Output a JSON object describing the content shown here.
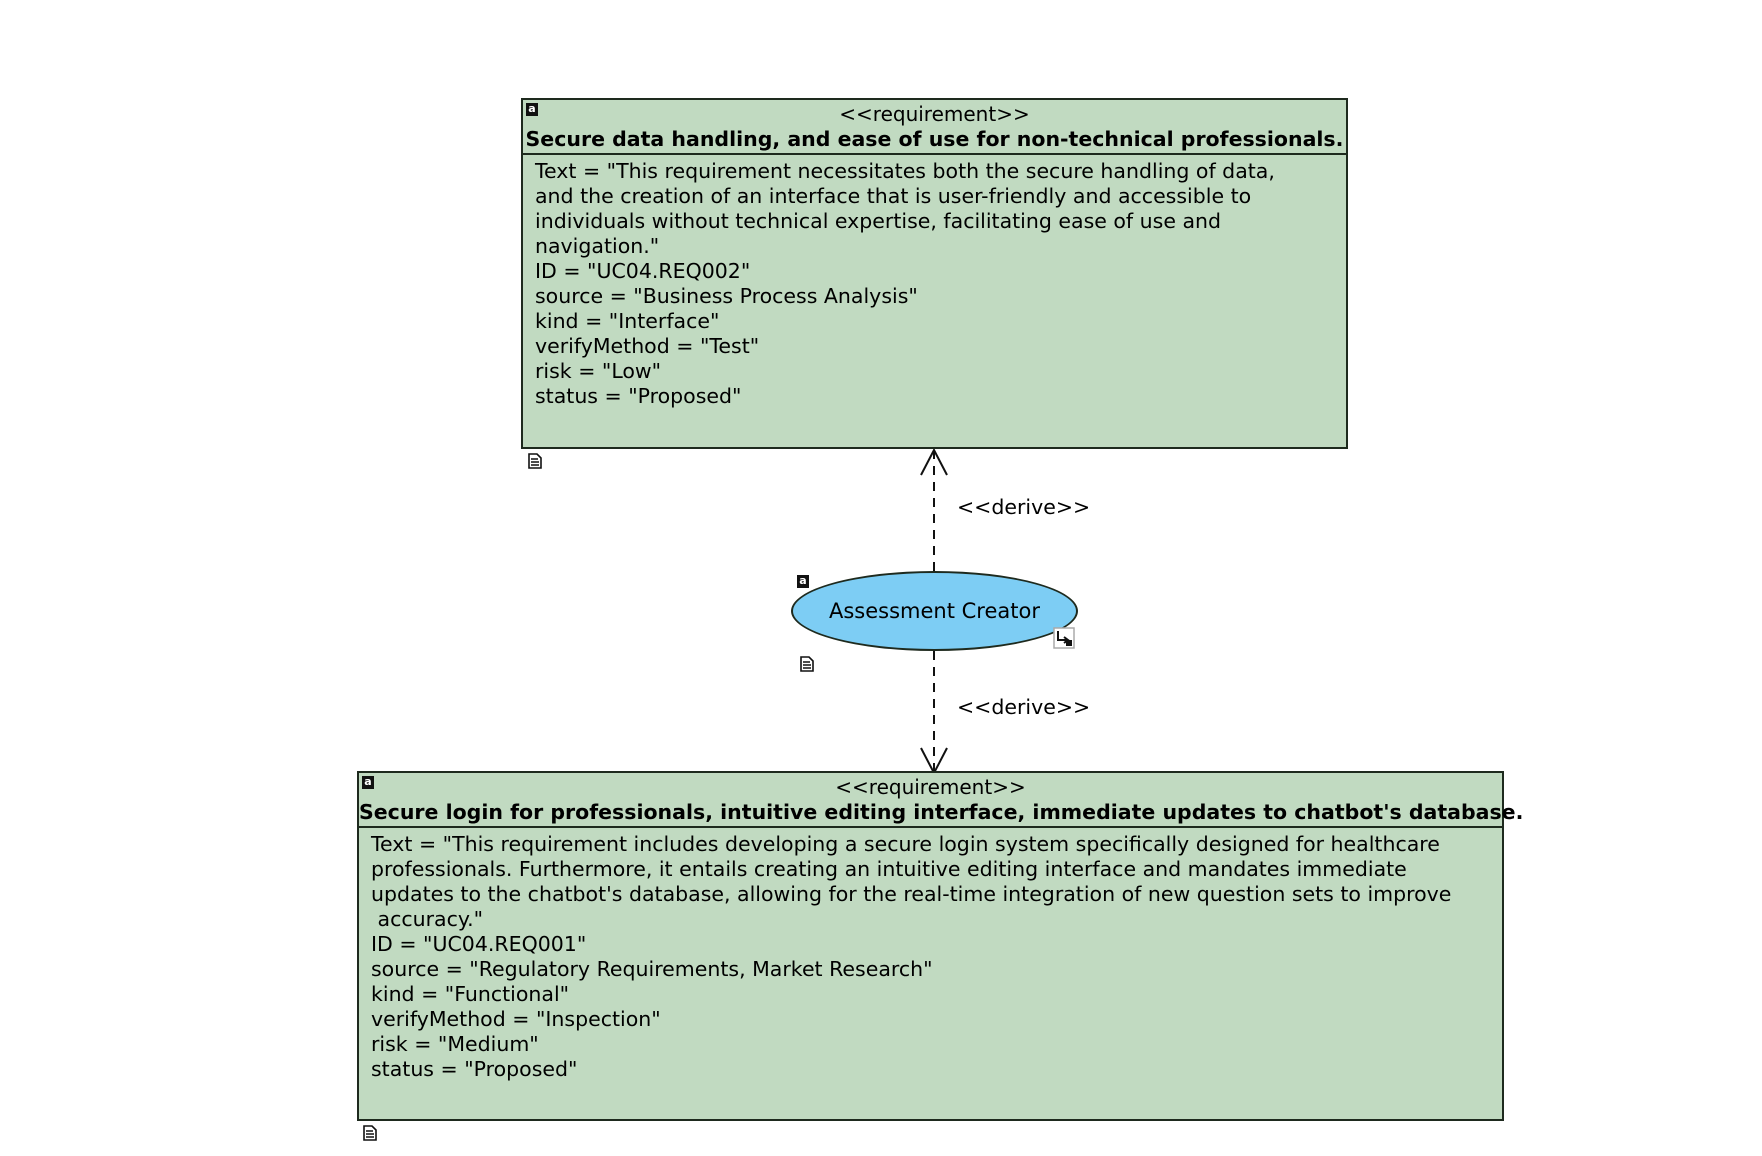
{
  "requirement_top": {
    "stereotype": "<<requirement>>",
    "title": "Secure data handling, and ease of use for non-technical professionals.",
    "lines": [
      "Text = \"This requirement necessitates both the secure handling of data,",
      "and the creation of an interface that is user-friendly and accessible to",
      "individuals without technical expertise, facilitating ease of use and",
      "navigation.\"",
      "ID = \"UC04.REQ002\"",
      "source = \"Business Process Analysis\"",
      "kind = \"Interface\"",
      "verifyMethod = \"Test\"",
      "risk = \"Low\"",
      "status = \"Proposed\""
    ]
  },
  "requirement_bottom": {
    "stereotype": "<<requirement>>",
    "title": "Secure login for professionals, intuitive editing interface, immediate updates to chatbot's database.",
    "lines": [
      "Text = \"This requirement includes developing a secure login system specifically designed for healthcare",
      "professionals. Furthermore, it entails creating an intuitive editing interface and mandates immediate",
      "updates to the chatbot's database, allowing for the real-time integration of new question sets to improve",
      " accuracy.\"",
      "ID = \"UC04.REQ001\"",
      "source = \"Regulatory Requirements, Market Research\"",
      "kind = \"Functional\"",
      "verifyMethod = \"Inspection\"",
      "risk = \"Medium\"",
      "status = \"Proposed\""
    ]
  },
  "use_case": {
    "label": "Assessment Creator"
  },
  "relations": [
    {
      "label": "<<derive>>"
    },
    {
      "label": "<<derive>>"
    }
  ],
  "colors": {
    "requirement_fill": "#c1dac1",
    "use_case_fill": "#7dcdf4",
    "border": "#1e2a1e"
  },
  "icons": {
    "element_marker": "a-icon",
    "note": "document-icon",
    "link": "hyperlink-icon"
  }
}
